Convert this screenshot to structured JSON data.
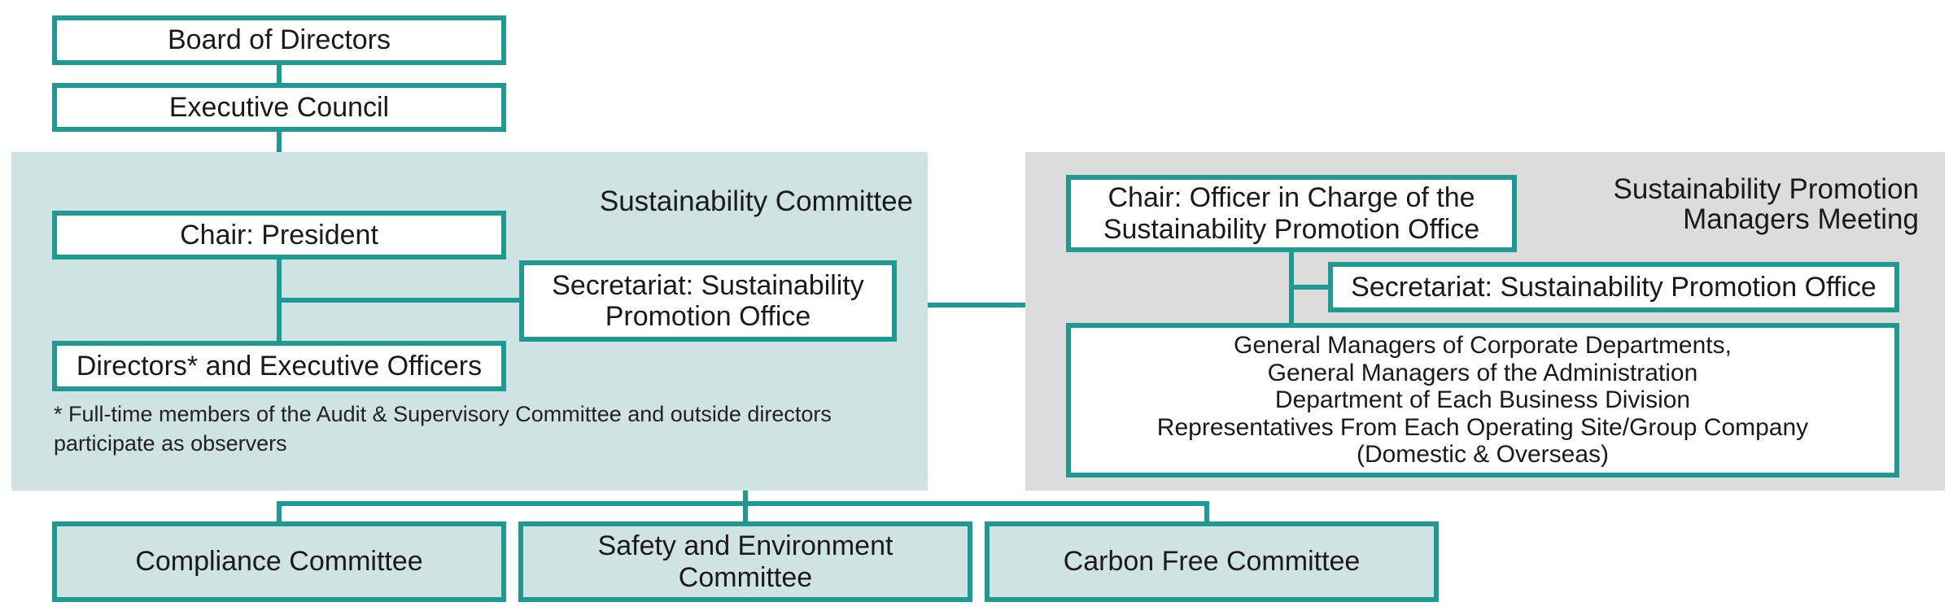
{
  "top": {
    "board": "Board of Directors",
    "executive": "Executive Council"
  },
  "sustainability_committee": {
    "title": "Sustainability Committee",
    "chair": "Chair: President",
    "secretariat": "Secretariat: Sustainability\nPromotion Office",
    "members": "Directors* and Executive Officers",
    "footnote": "* Full-time members of the Audit & Supervisory Committee and outside directors\n  participate as observers"
  },
  "promotion_meeting": {
    "title": "Sustainability Promotion\nManagers Meeting",
    "chair": "Chair: Officer in Charge of the\nSustainability Promotion Office",
    "secretariat": "Secretariat: Sustainability Promotion Office",
    "members": "General Managers of Corporate Departments,\nGeneral Managers of the Administration\nDepartment of Each Business Division\nRepresentatives From Each Operating Site/Group Company\n(Domestic & Overseas)"
  },
  "sub_committees": [
    {
      "label": "Compliance Committee"
    },
    {
      "label": "Safety and Environment\nCommittee"
    },
    {
      "label": "Carbon Free Committee"
    }
  ],
  "colors": {
    "border": "#1f9a92",
    "left_panel": "#cfe3e2",
    "right_panel": "#dcdcdc"
  }
}
